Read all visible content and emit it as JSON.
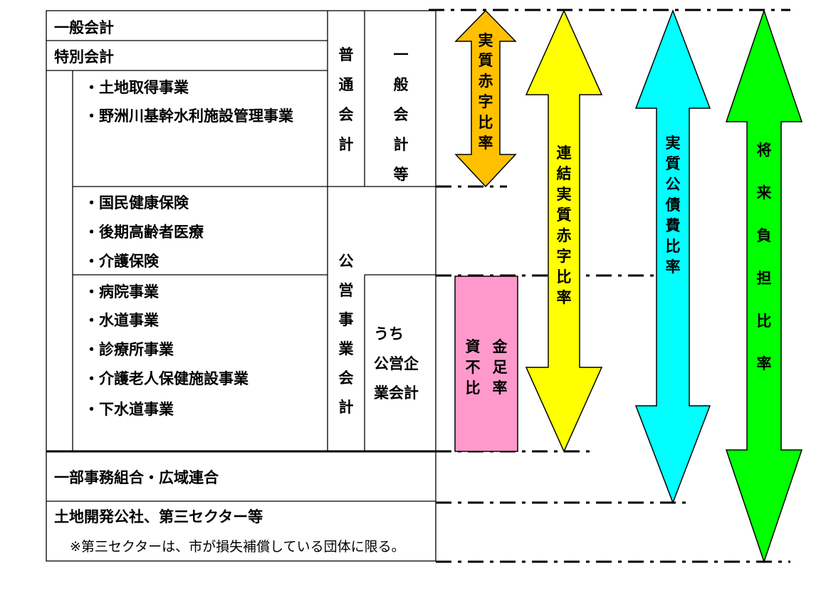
{
  "rows": {
    "ippan_kaikei": "一般会計",
    "tokubetsu_kaikei": "特別会計",
    "tochi_shutoku": "・土地取得事業",
    "yasugawa": "・野洲川基幹水利施設管理事業",
    "kokumin_kenko": "・国民健康保険",
    "koki_koreisha": "・後期高齢者医療",
    "kaigo_hoken": "・介護保険",
    "byoin": "・病院事業",
    "suido": "・水道事業",
    "shinryojo": "・診療所事業",
    "kaigo_rojin": "・介護老人保健施設事業",
    "gesuido": "・下水道事業",
    "ichibu_jimu": "一部事務組合・広域連合",
    "tochi_kaihatsu": "土地開発公社、第三セクター等",
    "note": "※第三セクターは、市が損失補償している団体に限る。"
  },
  "columns": {
    "futsu_kaikei": [
      "普",
      "通",
      "会",
      "計"
    ],
    "koei_jigyo": [
      "公",
      "営",
      "事",
      "業",
      "会",
      "計"
    ],
    "ippan_kaikei_to": [
      "一",
      "般",
      "会",
      "計",
      "等"
    ],
    "uchi_koei_kigyo": [
      "うち",
      "公営企",
      "業会計"
    ]
  },
  "indicators": {
    "jisshitsu_akaji": [
      "実",
      "質",
      "赤",
      "字",
      "比",
      "率"
    ],
    "shikin_fusoku": {
      "right_column": [
        "金",
        "足",
        "率"
      ],
      "left_column": [
        "資",
        "不",
        "比"
      ]
    },
    "renketsu_akaji": [
      "連",
      "結",
      "実",
      "質",
      "赤",
      "字",
      "比",
      "率"
    ],
    "jisshitsu_kosaihi": [
      "実",
      "質",
      "公",
      "債",
      "費",
      "比",
      "率"
    ],
    "shorai_futan": [
      "将",
      "来",
      "負",
      "担",
      "比",
      "率"
    ]
  },
  "colors": {
    "orange_arrow": "#FFC000",
    "yellow_arrow": "#FFFF00",
    "pink_box": "#FF99CC",
    "cyan_arrow": "#00FFFF",
    "green_arrow": "#00FF00"
  }
}
